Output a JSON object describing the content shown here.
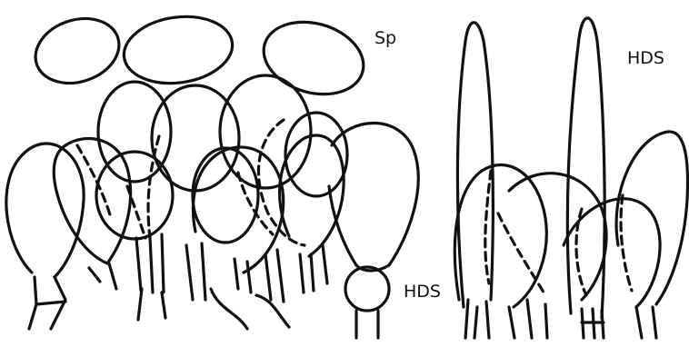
{
  "labels": {
    "spores": "Sp",
    "hds_right_top": "HDS",
    "hds_left_bottom": "HDS"
  },
  "colors": {
    "ink": "#111111",
    "background": "#ffffff"
  }
}
